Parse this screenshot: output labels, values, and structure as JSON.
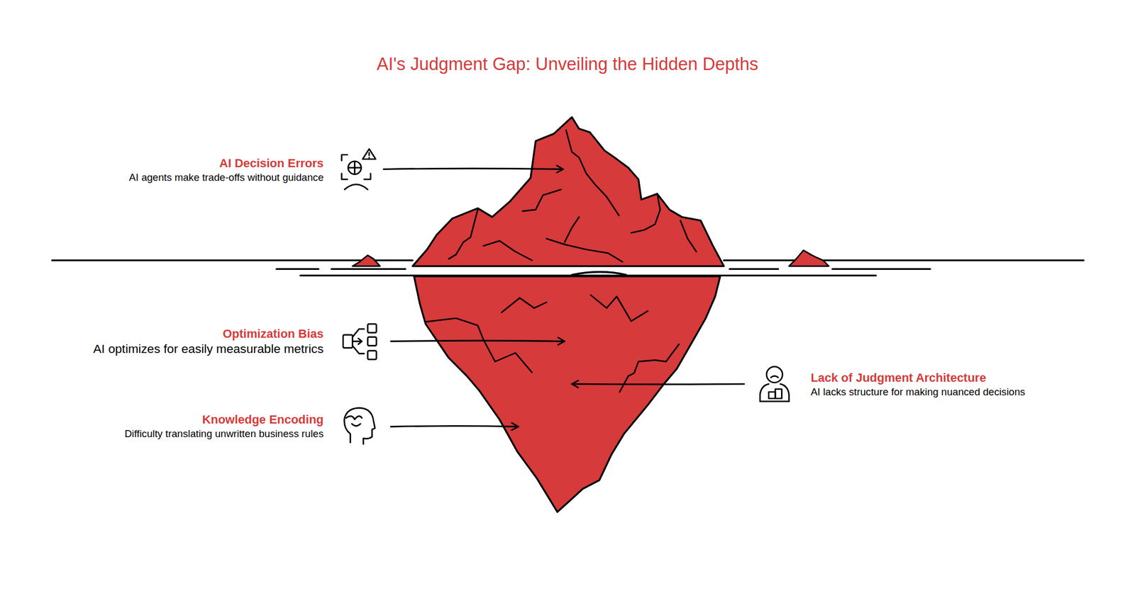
{
  "diagram": {
    "title": "AI's Judgment Gap: Unveiling the Hidden Depths",
    "labels": [
      "AI Decision Errors",
      "AI agents make trade-offs without guidance",
      "Optimization Bias",
      "AI optimizes for easily measurable metrics",
      "Knowledge Encoding",
      "Difficulty translating unwritten business rules",
      "Lack of Judgment Architecture",
      "AI lacks structure for making nuanced decisions"
    ]
  }
}
